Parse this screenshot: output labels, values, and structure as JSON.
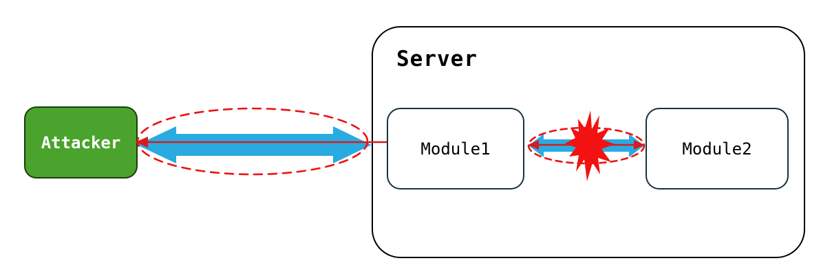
{
  "nodes": {
    "attacker": {
      "label": "Attacker",
      "fill": "#4aa32c",
      "border": "#1d3a10",
      "text_color": "#ffffff"
    },
    "server": {
      "label": "Server",
      "border": "#000000"
    },
    "module1": {
      "label": "Module1",
      "border": "#16323f"
    },
    "module2": {
      "label": "Module2",
      "border": "#16323f"
    }
  },
  "connections": [
    {
      "id": "attacker-module1",
      "endpoints": [
        "Attacker",
        "Module1"
      ],
      "style": "blue-bidirectional-arrow-with-red-attack-line",
      "highlight": "red-dashed-ellipse"
    },
    {
      "id": "module1-module2",
      "endpoints": [
        "Module1",
        "Module2"
      ],
      "style": "blue-bidirectional-arrow-with-red-bidirectional-attack-line",
      "highlight": "red-dashed-ellipse",
      "icon": "explosion-burst-icon"
    }
  ],
  "colors": {
    "arrow_blue": "#29abe2",
    "attack_red": "#d61c1c",
    "dashed_red": "#ee1111",
    "explosion_red": "#f31111"
  }
}
